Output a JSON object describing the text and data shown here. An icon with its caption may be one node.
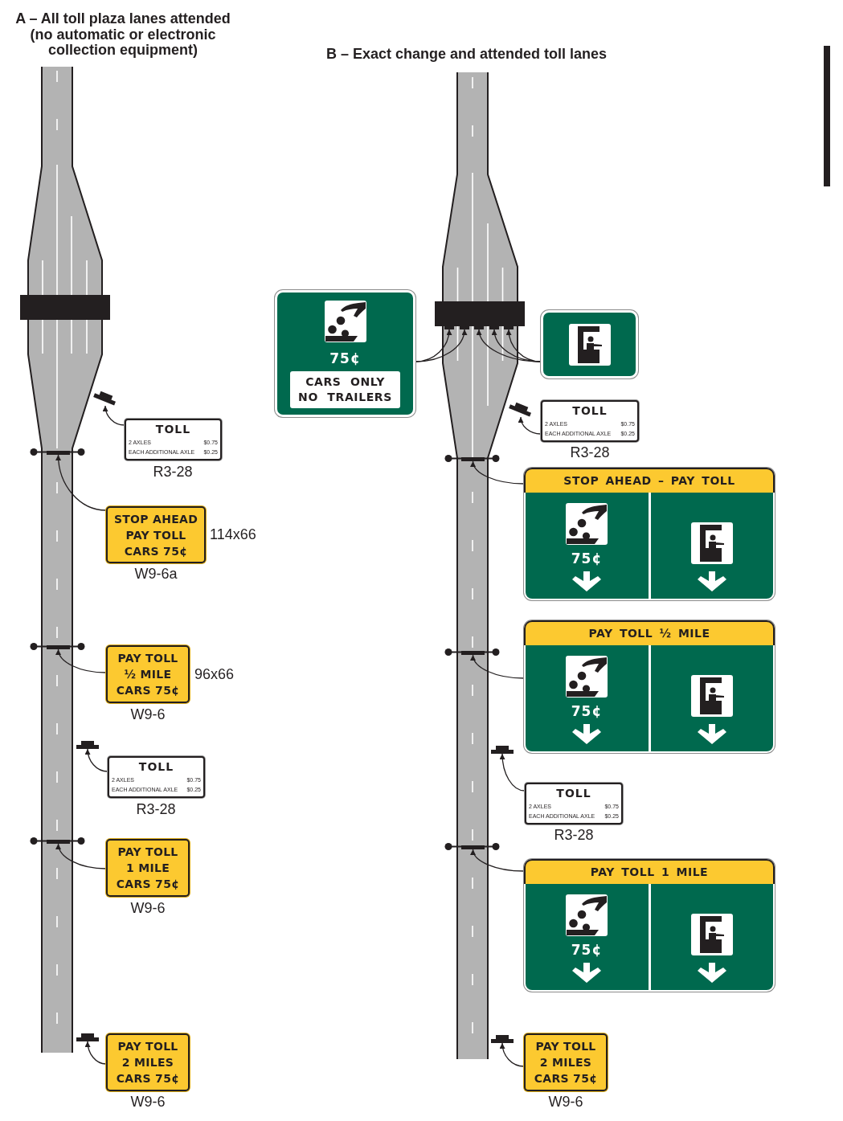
{
  "diagram": {
    "nodes": [
      {
        "text": [],
        "shape": "bar"
      },
      {
        "text": [
          "TOLL",
          "2 AXLES",
          "$0.75",
          "EACH ADDITIONAL AXLE",
          "$0.25"
        ],
        "beside": [
          "R3-28"
        ]
      },
      {
        "text": [],
        "shape": "bar"
      },
      {
        "text": [
          "STOP AHEAD PAY TOLL CARS 75¢"
        ],
        "beside": [
          "114x66",
          "W9-6a"
        ]
      },
      {
        "text": [],
        "shape": "bar"
      },
      {
        "text": [
          "PAY TOLL ½ MILE CARS 75¢"
        ],
        "beside": [
          "96x66",
          "W9-6"
        ]
      },
      {
        "text": [],
        "shape": "bar"
      },
      {
        "text": [
          "TOLL",
          "2 AXLES",
          "$0.75",
          "EACH ADDITIONAL AXLE",
          "$0.25"
        ],
        "beside": [
          "R3-28"
        ]
      },
      {
        "text": [],
        "shape": "bar"
      },
      {
        "text": [
          "PAY TOLL 1 MILE CARS 75¢"
        ],
        "beside": [
          "W9-6"
        ]
      },
      {
        "text": [],
        "shape": "bar"
      },
      {
        "text": [
          "PAY TOLL 2 MILES CARS 75¢"
        ],
        "beside": [
          "W9-6"
        ]
      },
      {
        "text": [
          "75¢",
          "CARS ONLY NO TRAILERS"
        ]
      },
      {
        "text": [],
        "shape": "box"
      },
      {
        "text": [],
        "shape": "bar"
      },
      {
        "text": [],
        "shape": "bar"
      },
      {
        "text": [],
        "shape": "bar"
      },
      {
        "text": [],
        "shape": "bar"
      },
      {
        "text": [],
        "shape": "bar"
      },
      {
        "text": [],
        "shape": "bar"
      },
      {
        "text": [
          "TOLL",
          "2 AXLES",
          "$0.75",
          "EACH ADDITIONAL AXLE",
          "$0.25"
        ],
        "beside": [
          "R3-28"
        ]
      },
      {
        "text": [],
        "shape": "bar"
      },
      {
        "text": [
          "STOP AHEAD – PAY TOLL",
          "75¢"
        ]
      },
      {
        "text": [],
        "shape": "bar"
      },
      {
        "text": [
          "PAY TOLL ½ MILE",
          "75¢"
        ]
      },
      {
        "text": [],
        "shape": "bar"
      },
      {
        "text": [
          "TOLL",
          "2 AXLES",
          "$0.75",
          "EACH ADDITIONAL AXLE",
          "$0.25"
        ],
        "beside": [
          "R3-28"
        ]
      },
      {
        "text": [],
        "shape": "bar"
      },
      {
        "text": [
          "PAY TOLL 1 MILE",
          "75¢"
        ]
      },
      {
        "text": [],
        "shape": "bar"
      },
      {
        "text": [
          "PAY TOLL 2 MILES CARS 75¢"
        ],
        "beside": [
          "W9-6"
        ]
      }
    ],
    "edges": [
      {
        "from": 1,
        "to": 0,
        "arrow": "to"
      },
      {
        "from": 3,
        "to": 2,
        "arrow": "to"
      },
      {
        "from": 5,
        "to": 4,
        "arrow": "to"
      },
      {
        "from": 7,
        "to": 6,
        "arrow": "to"
      },
      {
        "from": 9,
        "to": 8,
        "arrow": "to"
      },
      {
        "from": 11,
        "to": 10,
        "arrow": "to"
      },
      {
        "from": 12,
        "to": 14,
        "arrow": "to"
      },
      {
        "from": 12,
        "to": 15,
        "arrow": "to"
      },
      {
        "from": 13,
        "to": 16,
        "arrow": "to"
      },
      {
        "from": 13,
        "to": 17,
        "arrow": "to"
      },
      {
        "from": 13,
        "to": 18,
        "arrow": "to"
      },
      {
        "from": 20,
        "to": 19,
        "arrow": "to"
      },
      {
        "from": 22,
        "to": 21,
        "arrow": "to"
      },
      {
        "from": 24,
        "to": 23,
        "arrow": "to"
      },
      {
        "from": 26,
        "to": 25,
        "arrow": "to"
      },
      {
        "from": 28,
        "to": 27,
        "arrow": "to"
      },
      {
        "from": 30,
        "to": 29,
        "arrow": "to"
      }
    ],
    "labels": [
      "A – All toll plaza lanes attended (no automatic or electronic collection equipment)",
      "B – Exact change and attended toll lanes"
    ]
  }
}
